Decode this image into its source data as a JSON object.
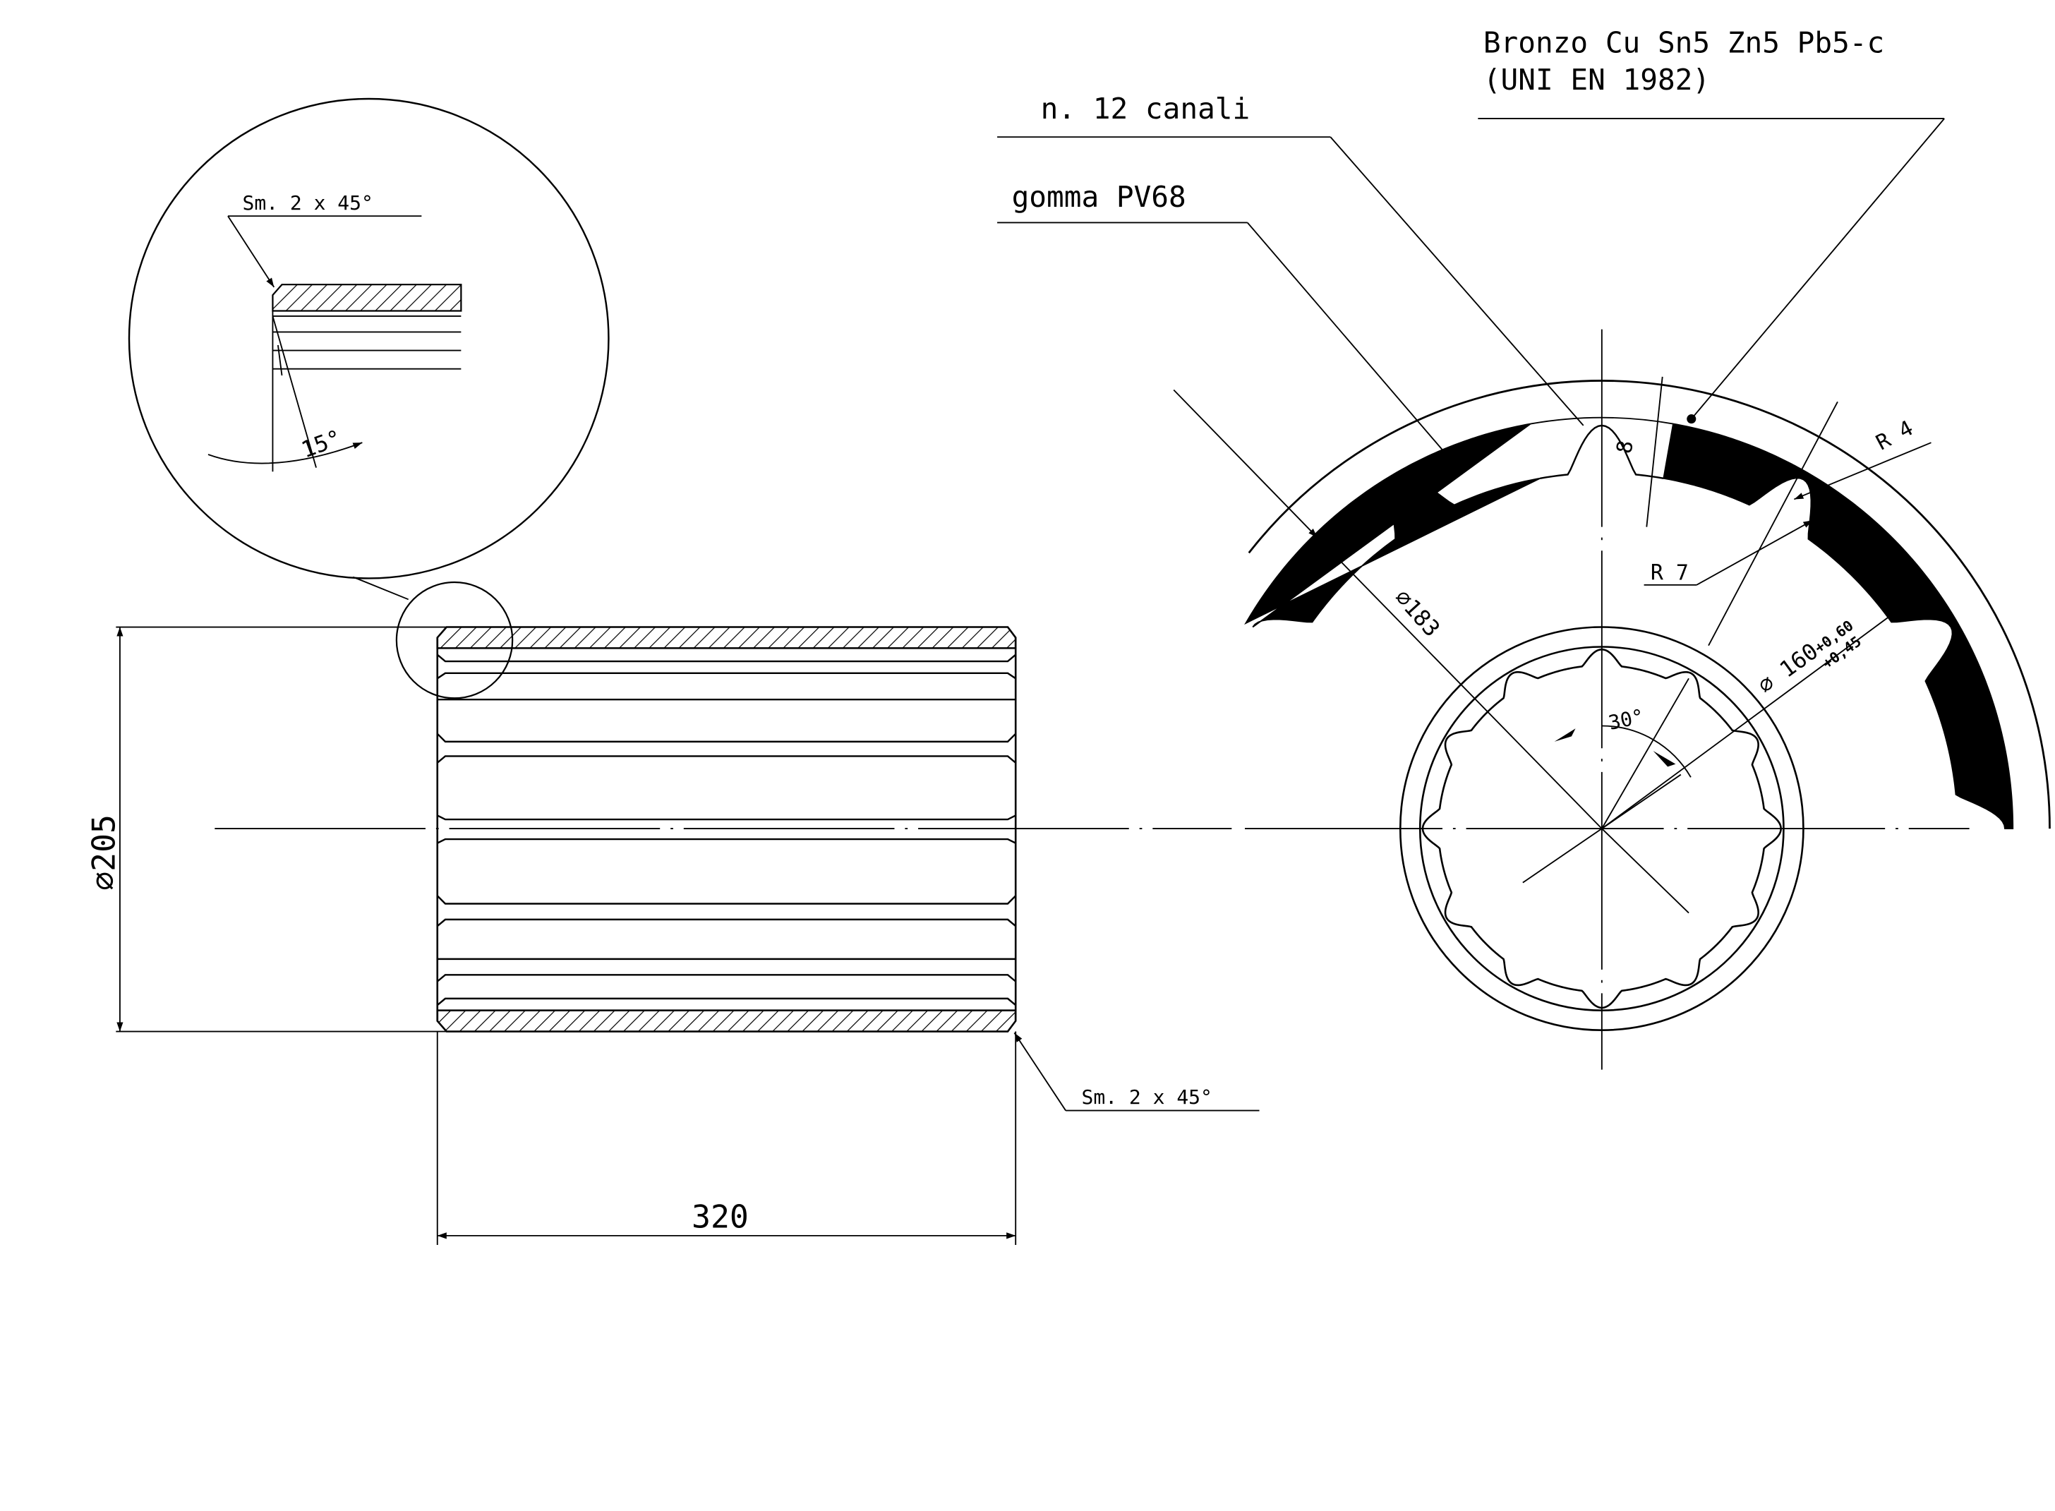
{
  "labels": {
    "material_line1": "Bronzo Cu Sn5 Zn5 Pb5-c",
    "material_line2": "(UNI EN 1982)",
    "channels": "n. 12 canali",
    "rubber": "gomma PV68",
    "chamfer_detail": "Sm. 2 x 45°",
    "chamfer_main": "Sm. 2 x 45°",
    "detail_angle": "15°",
    "radius_small": "R 4",
    "radius_large": "R 7",
    "groove_width": "8",
    "diam_183": "∅183",
    "diam_160": "∅ 160",
    "tol_upper": "+0,60",
    "tol_lower": "+0,45",
    "angle_30": "30°",
    "diam_205": "∅205",
    "length_320": "320"
  },
  "colors": {
    "ink": "#000000",
    "paper": "#ffffff"
  }
}
